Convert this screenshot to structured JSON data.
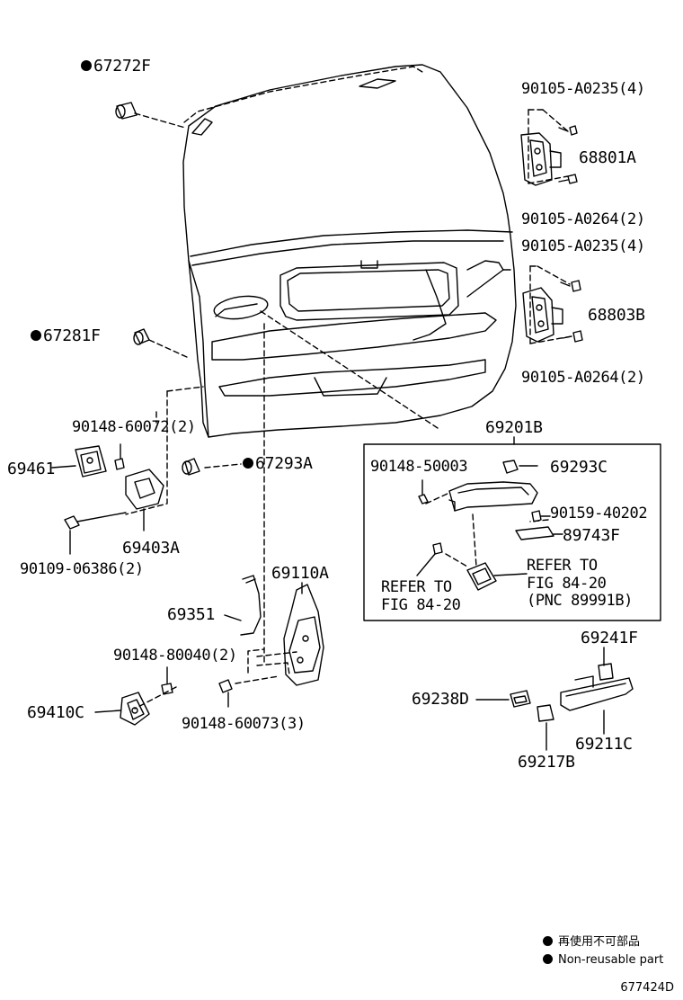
{
  "labels": {
    "p67272F": "67272F",
    "p90105_A0235_a": "90105-A0235(4)",
    "p68801A": "68801A",
    "p90105_A0264_a": "90105-A0264(2)",
    "p90105_A0235_b": "90105-A0235(4)",
    "p68803B": "68803B",
    "p90105_A0264_b": "90105-A0264(2)",
    "p67281F": "67281F",
    "p90148_60072": "90148-60072(2)",
    "p69461": "69461",
    "p67293A": "67293A",
    "p69403A": "69403A",
    "p90109_06386": "90109-06386(2)",
    "p69201B": "69201B",
    "p90148_50003": "90148-50003",
    "p69293C": "69293C",
    "p90159_40202": "90159-40202",
    "p89743F": "89743F",
    "refer1_line1": "REFER TO",
    "refer1_line2": "FIG 84-20",
    "refer2_line1": "REFER TO",
    "refer2_line2": "FIG 84-20",
    "refer2_line3": "(PNC 89991B)",
    "p69110A": "69110A",
    "p69351": "69351",
    "p90148_80040": "90148-80040(2)",
    "p69410C": "69410C",
    "p90148_60073": "90148-60073(3)",
    "p69241F": "69241F",
    "p69238D": "69238D",
    "p69211C": "69211C",
    "p69217B": "69217B"
  },
  "legend": {
    "line1": "再使用不可部品",
    "line2": "Non-reusable part"
  },
  "illustration_code": "677424D"
}
